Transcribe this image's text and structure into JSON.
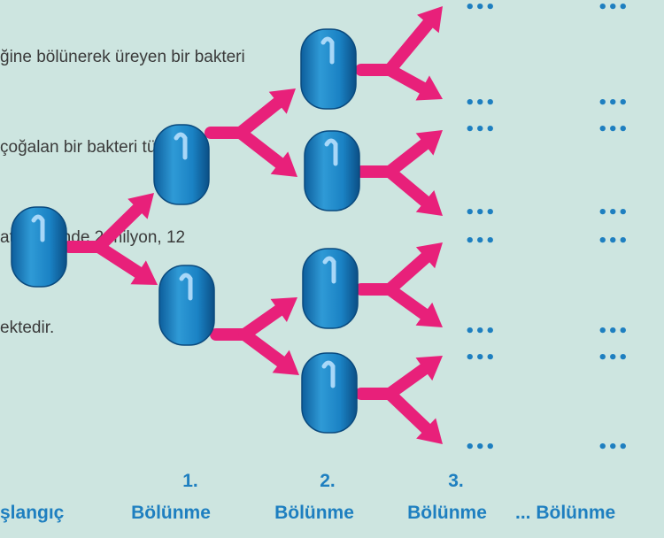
{
  "intro_text": [
    "ğine bölünerek üreyen bir bakteri",
    "çoğalan bir bakteri türün-",
    "at içerisinde 2 milyon, 12",
    "ektedir."
  ],
  "stages": [
    {
      "number": "",
      "name": "şlangıç"
    },
    {
      "number": "1.",
      "name": "Bölünme"
    },
    {
      "number": "2.",
      "name": "Bölünme"
    },
    {
      "number": "3.",
      "name": "Bölünme"
    },
    {
      "number": "",
      "name": "... Bölünme"
    }
  ],
  "ellipsis": "•••",
  "colors": {
    "background": "#cde5e0",
    "bacterium": "#1a82c4",
    "arrow": "#e8207a",
    "label": "#1e7fc0"
  }
}
